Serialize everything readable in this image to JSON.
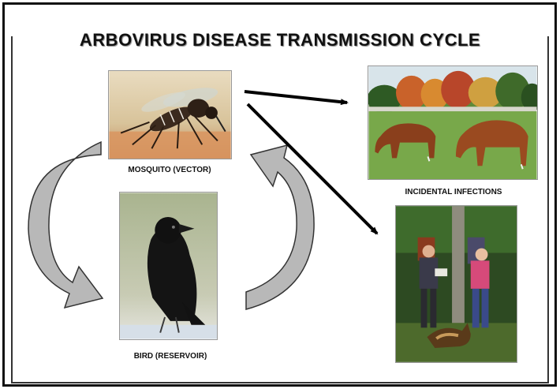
{
  "title": "ARBOVIRUS DISEASE TRANSMISSION CYCLE",
  "nodes": {
    "mosquito": {
      "label": "MOSQUITO (VECTOR)",
      "icon": "mosquito-icon"
    },
    "bird": {
      "label": "BIRD (RESERVOIR)",
      "icon": "crow-icon"
    },
    "horses": {
      "label": "INCIDENTAL INFECTIONS",
      "icon": "horses-icon"
    },
    "hikers": {
      "label": "",
      "icon": "hikers-icon"
    }
  },
  "edges": [
    {
      "from": "mosquito",
      "to": "horses"
    },
    {
      "from": "mosquito",
      "to": "hikers"
    },
    {
      "from": "mosquito",
      "to": "bird"
    },
    {
      "from": "bird",
      "to": "mosquito"
    }
  ],
  "colors": {
    "cycle_arrow_fill": "#b8b8b8",
    "cycle_arrow_stroke": "#333333",
    "direct_arrow": "#000000"
  }
}
